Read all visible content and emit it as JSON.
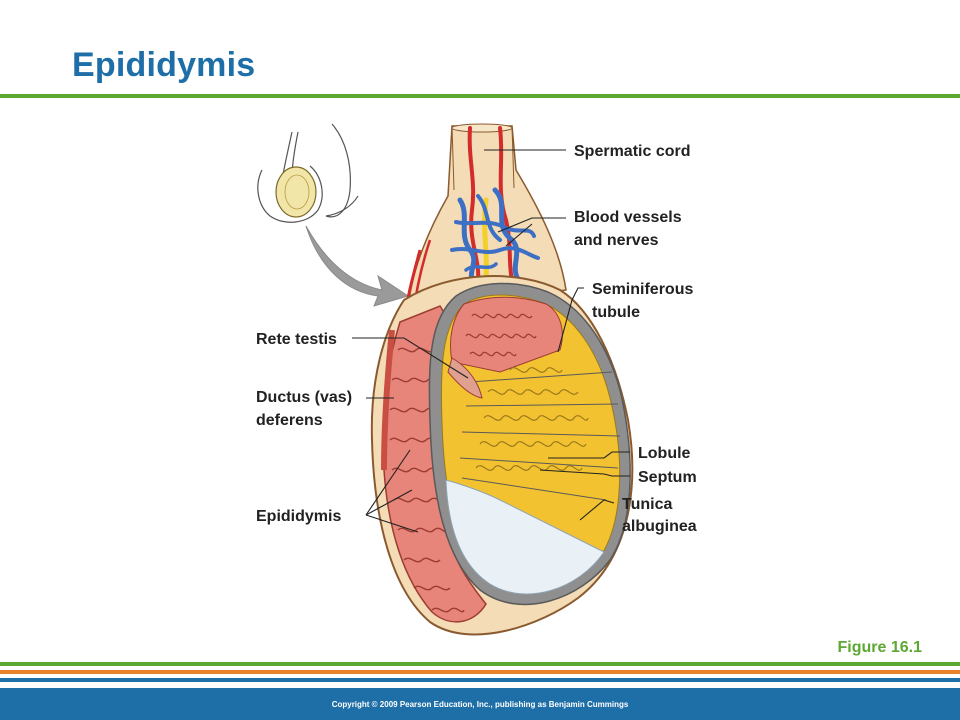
{
  "slide": {
    "title": "Epididymis",
    "figure_ref": "Figure 16.1",
    "copyright": "Copyright © 2009 Pearson Education, Inc., publishing as Benjamin Cummings"
  },
  "labels": {
    "spermatic_cord": "Spermatic cord",
    "blood_vessels_1": "Blood vessels",
    "blood_vessels_2": "and nerves",
    "seminiferous_1": "Seminiferous",
    "seminiferous_2": "tubule",
    "rete_testis": "Rete testis",
    "ductus_1": "Ductus (vas)",
    "ductus_2": "deferens",
    "lobule": "Lobule",
    "septum": "Septum",
    "tunica_1": "Tunica",
    "tunica_2": "albuginea",
    "epididymis": "Epididymis"
  },
  "colors": {
    "title": "#1e6fa8",
    "rule_green": "#5da733",
    "stripe_orange": "#e8822a",
    "stripe_blue": "#1e6fa8",
    "footer_bar": "#1e6fa8",
    "tubule_pink": "#e8857a",
    "tubule_yellow": "#f2c230",
    "vein_blue": "#3d6fc4",
    "artery_red": "#d42b2b",
    "capsule_tan": "#f3dcb6"
  }
}
